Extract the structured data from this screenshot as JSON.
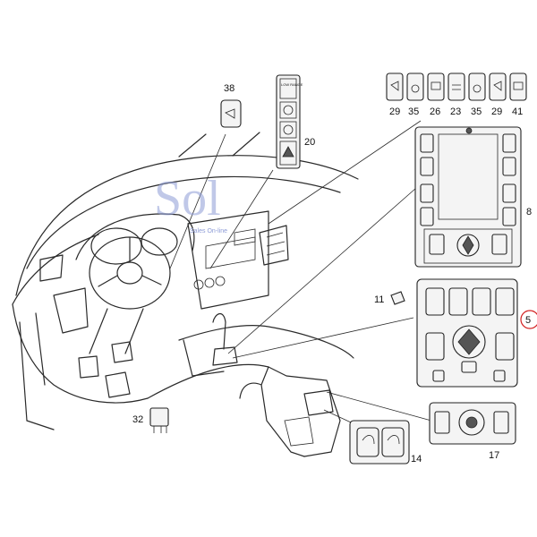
{
  "watermark": {
    "brand": "Sol",
    "tagline": "Sales On-line"
  },
  "labels": {
    "p38": "38",
    "p20": "20",
    "p8": "8",
    "p5": "5",
    "p11": "11",
    "p17": "17",
    "p14": "14",
    "p32": "32",
    "top_row": [
      "29",
      "35",
      "26",
      "23",
      "35",
      "29",
      "41"
    ]
  },
  "switch_texts": {
    "top": "LOW RANGE"
  },
  "highlight_color": "#d22020"
}
